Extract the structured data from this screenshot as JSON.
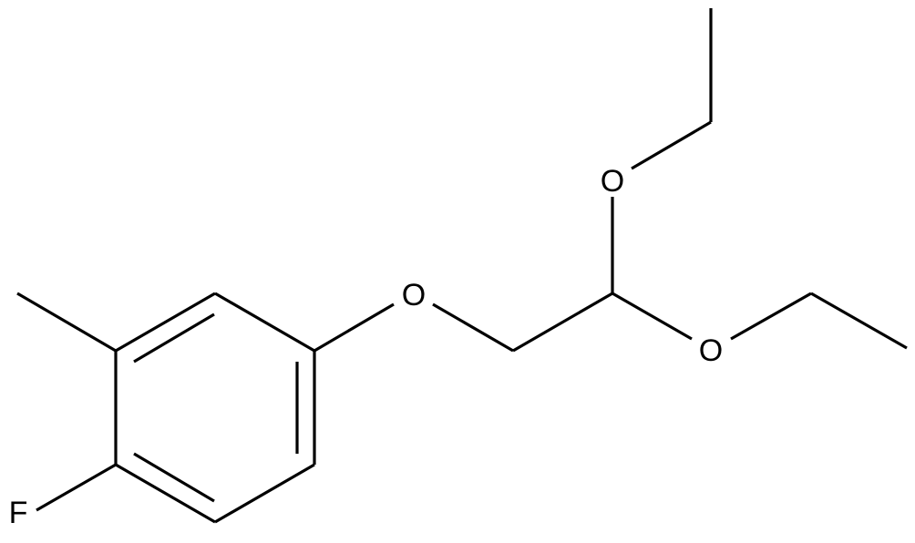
{
  "diagram": {
    "type": "chemical-structure",
    "atoms": {
      "fluorine": "F",
      "oxygen_ether": "O",
      "oxygen_upper": "O",
      "oxygen_lower": "O"
    }
  }
}
